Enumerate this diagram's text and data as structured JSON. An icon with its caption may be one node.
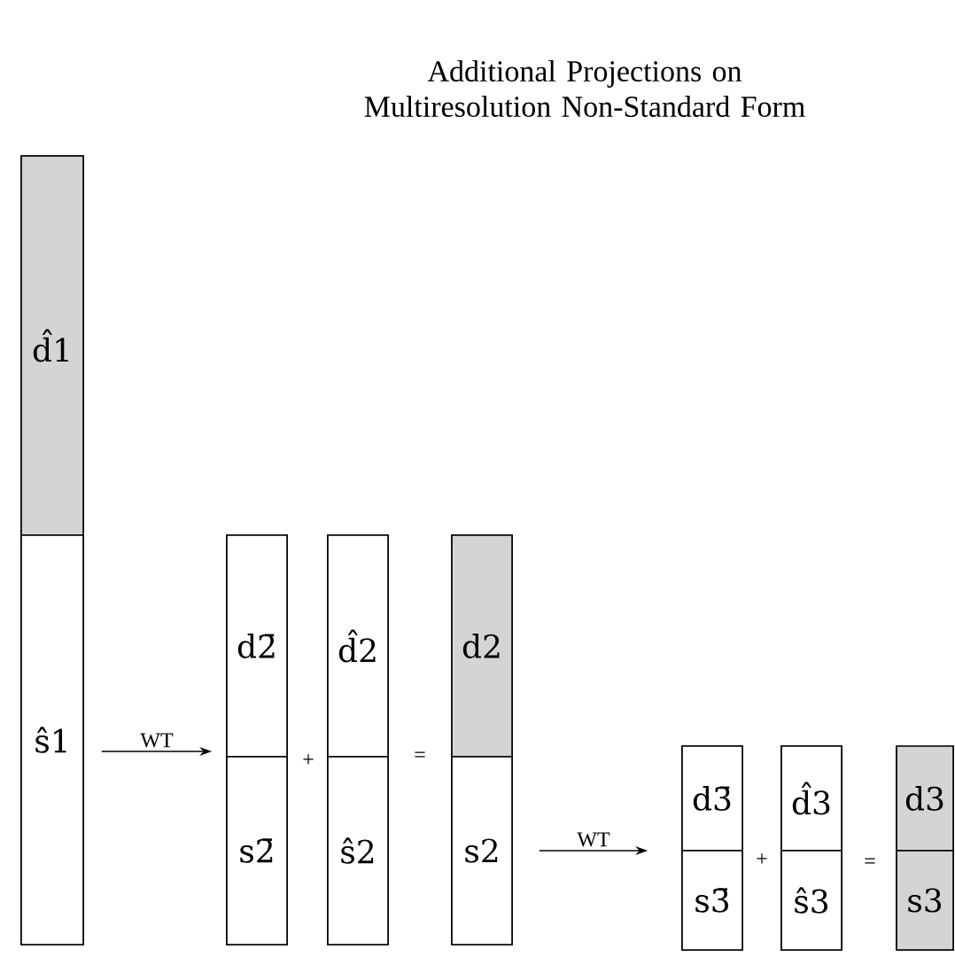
{
  "diagram": {
    "title": "Additional Projections on Multiresolution Non-Standard Form",
    "nodes": [
      {
        "text": [],
        "shape": "box"
      },
      {
        "text": [
          "d̂1"
        ],
        "in": 0
      },
      {
        "text": [
          "ŝ1"
        ],
        "in": 0
      },
      {
        "text": [],
        "shape": "box"
      },
      {
        "text": [
          "d2̄"
        ],
        "in": 3
      },
      {
        "text": [
          "s2̄"
        ],
        "in": 3
      },
      {
        "text": [],
        "shape": "box"
      },
      {
        "text": [
          "d̂2"
        ],
        "in": 6
      },
      {
        "text": [
          "ŝ2"
        ],
        "in": 6
      },
      {
        "text": [],
        "shape": "box"
      },
      {
        "text": [
          "d2"
        ],
        "in": 9
      },
      {
        "text": [
          "s2"
        ],
        "in": 9
      },
      {
        "text": [],
        "shape": "box"
      },
      {
        "text": [
          "d3̄"
        ],
        "in": 12
      },
      {
        "text": [
          "s3̄"
        ],
        "in": 12
      },
      {
        "text": [],
        "shape": "box"
      },
      {
        "text": [
          "d̂3"
        ],
        "in": 15
      },
      {
        "text": [
          "ŝ3"
        ],
        "in": 15
      },
      {
        "text": [],
        "shape": "box"
      },
      {
        "text": [
          "d3"
        ],
        "in": 18
      },
      {
        "text": [
          "s3"
        ],
        "in": 18
      }
    ],
    "edges": [
      {
        "from": 2,
        "to": 3,
        "arrow": "to",
        "label": "WT"
      },
      {
        "from": 11,
        "to": 12,
        "arrow": "to",
        "label": "WT"
      }
    ],
    "labels": [
      "+",
      "=",
      "+",
      "="
    ]
  }
}
